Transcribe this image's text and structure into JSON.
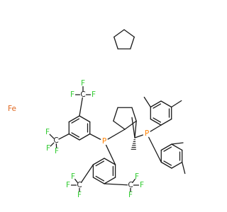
{
  "molecule": {
    "metal_label": "Fe",
    "phosphorus_label": "P",
    "carbon_label": "C",
    "fluorine_label": "F"
  },
  "colors": {
    "bond": "#1a1a1a",
    "metal": "#e0671f",
    "phosphorus": "#ff8000",
    "fluorine": "#33cc33",
    "carbon": "#1a1a1a"
  }
}
